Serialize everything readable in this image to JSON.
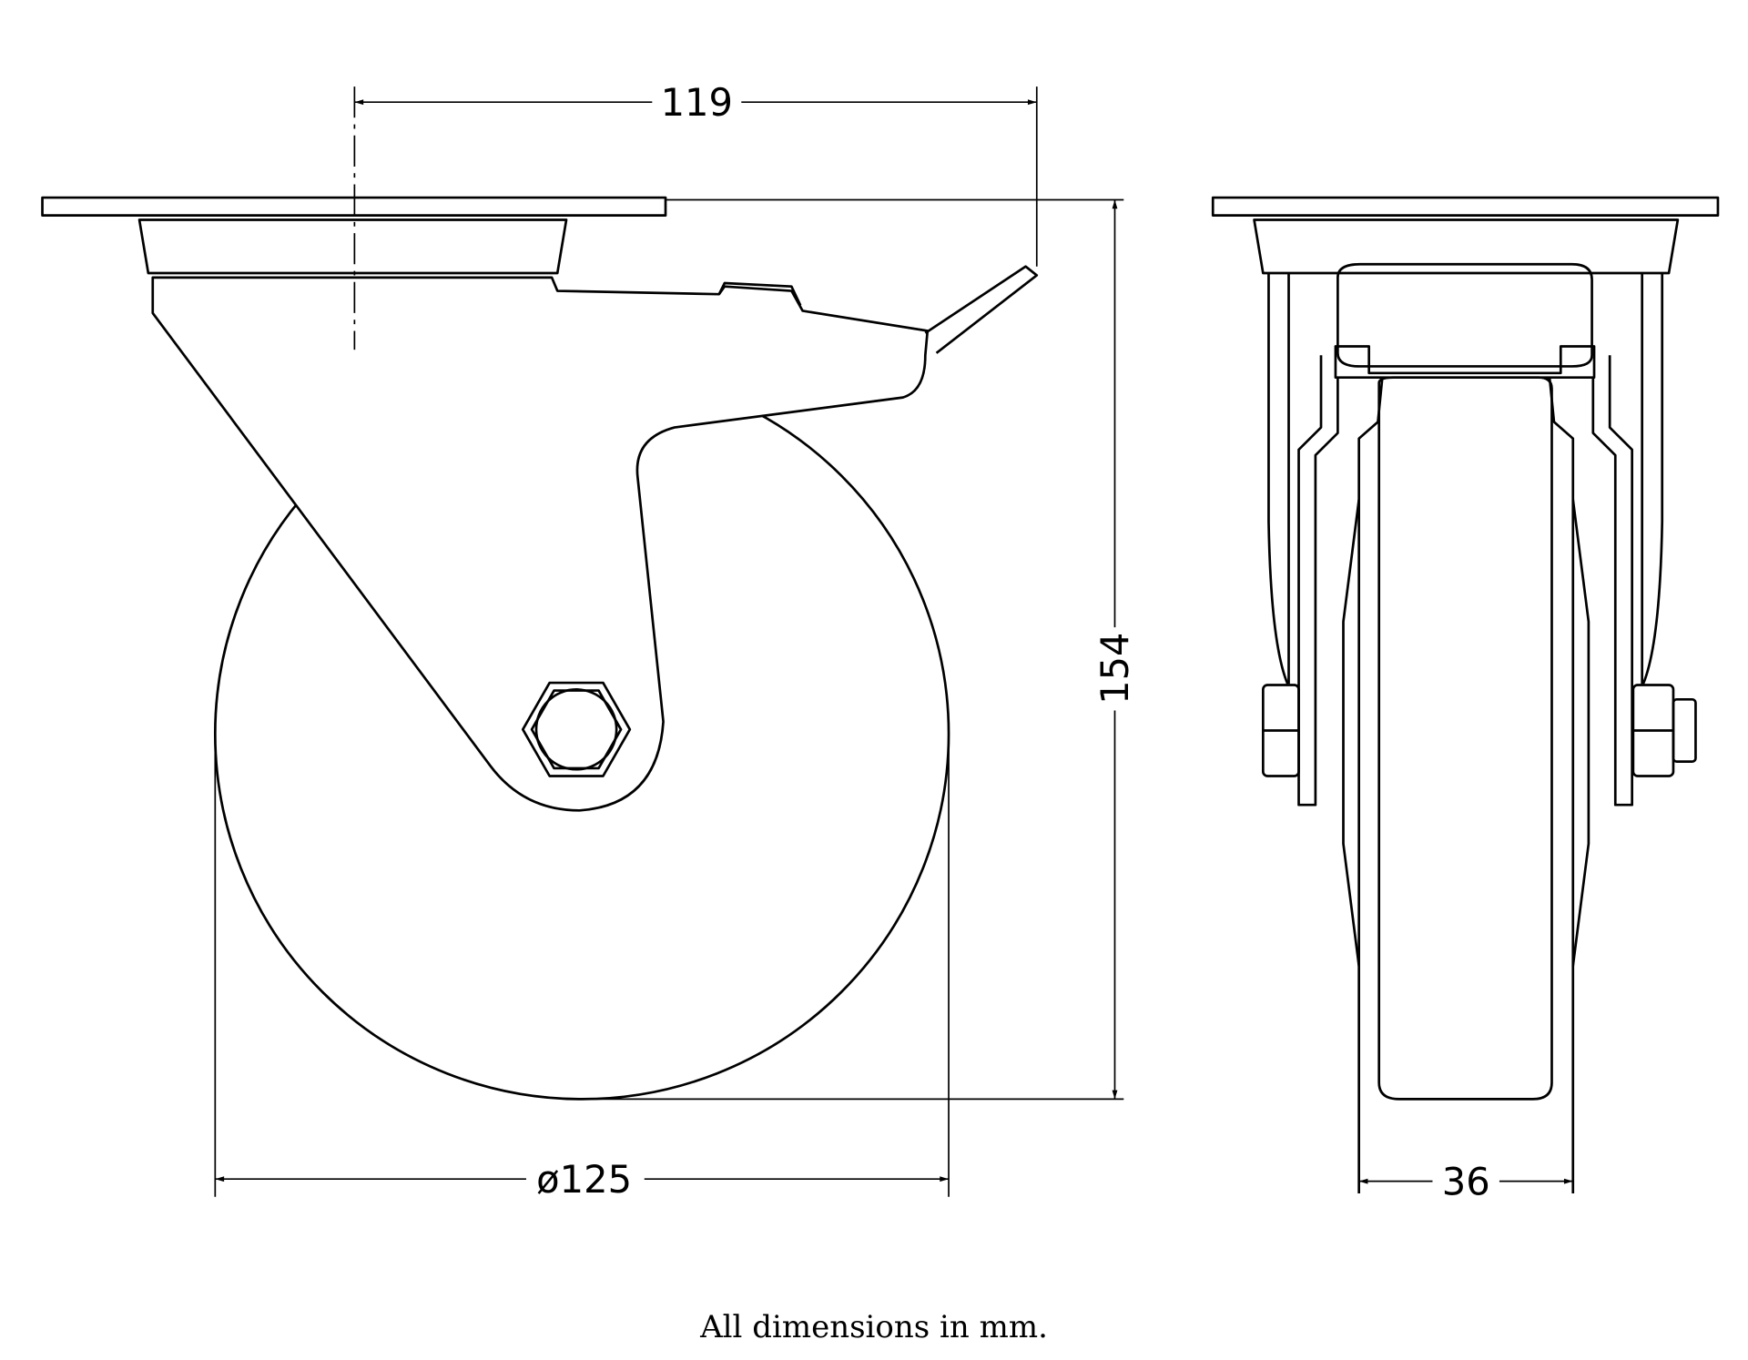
{
  "title": "Swivel castor with brake - dimensional drawing",
  "dimensions": {
    "offset": "119",
    "height": "154",
    "wheel_diameter": "ø125",
    "wheel_width": "36"
  },
  "caption": "All dimensions in mm."
}
